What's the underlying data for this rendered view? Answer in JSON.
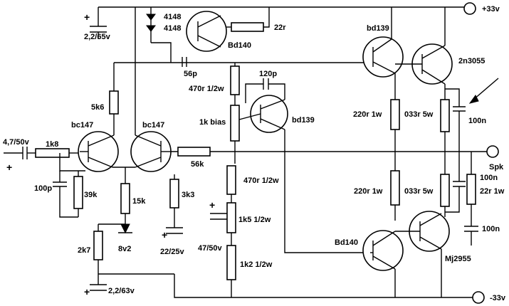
{
  "rails": {
    "positive": "+33v",
    "negative": "-33v"
  },
  "output": "Spk",
  "input": {
    "coupling_cap": "4,7/50v",
    "series_resistor": "1k8",
    "input_polarity": "+"
  },
  "diodes": {
    "d1": "4148",
    "d2": "4148"
  },
  "resistors": {
    "r_22r": "22r",
    "r_5k6": "5k6",
    "r_470r_top": "470r 1/2w",
    "r_1k_bias": "1k bias",
    "r_39k": "39k",
    "r_15k": "15k",
    "r_3k3": "3k3",
    "r_56k": "56k",
    "r_470r_mid": "470r 1/2w",
    "r_1k5": "1k5 1/2w",
    "r_1k2": "1k2 1/2w",
    "r_2k7": "2k7",
    "r_220r_top": "220r 1w",
    "r_220r_bot": "220r 1w",
    "r_033r_top": "033r 5w",
    "r_033r_bot": "033r 5w",
    "r_22r_1w": "22r 1w"
  },
  "capacitors": {
    "c_supply_top": "2,2/65v",
    "c_56p": "56p",
    "c_120p": "120p",
    "c_100p": "100p",
    "c_22_25v": "22/25v",
    "c_47_50v": "47/50v",
    "c_supply_bot": "2,2/63v",
    "c_100n_top": "100n",
    "c_100n_mid": "100n",
    "c_100n_bot": "100n",
    "polarity_plus": "+"
  },
  "zener": "8v2",
  "transistors": {
    "q_bd140_top": "Bd140",
    "q_bd139_vbe": "bd139",
    "q_bc147_left": "bc147",
    "q_bc147_right": "bc147",
    "q_bd139_driver": "bd139",
    "q_2n3055": "2n3055",
    "q_bd140_driver": "Bd140",
    "q_mj2955": "Mj2955"
  }
}
